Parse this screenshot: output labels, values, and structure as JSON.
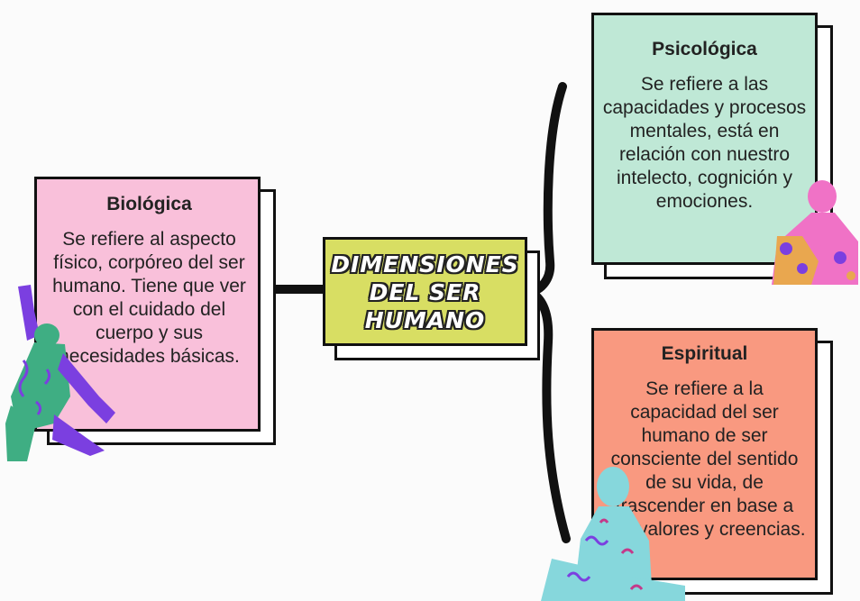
{
  "center": {
    "lines": [
      "DIMENSIONES",
      "DEL SER",
      "HUMANO"
    ]
  },
  "biologica": {
    "title": "Biológica",
    "body": "Se refiere al aspecto físico, corpóreo del ser humano. Tiene que ver con el cuidado del cuerpo y sus necesidades básicas."
  },
  "psicologica": {
    "title": "Psicológica",
    "body": "Se refiere a las capacidades y procesos mentales, está en relación con nuestro intelecto, cognición y emociones."
  },
  "espiritual": {
    "title": "Espiritual",
    "body": "Se refiere a la capacidad del ser humano de ser consciente del sentido de su vida, de trascender en base a sus valores y creencias."
  },
  "colors": {
    "biologica": "#f9c0da",
    "psicologica": "#bfe8d6",
    "espiritual": "#f99980",
    "center": "#d8de63",
    "outline": "#111111"
  }
}
